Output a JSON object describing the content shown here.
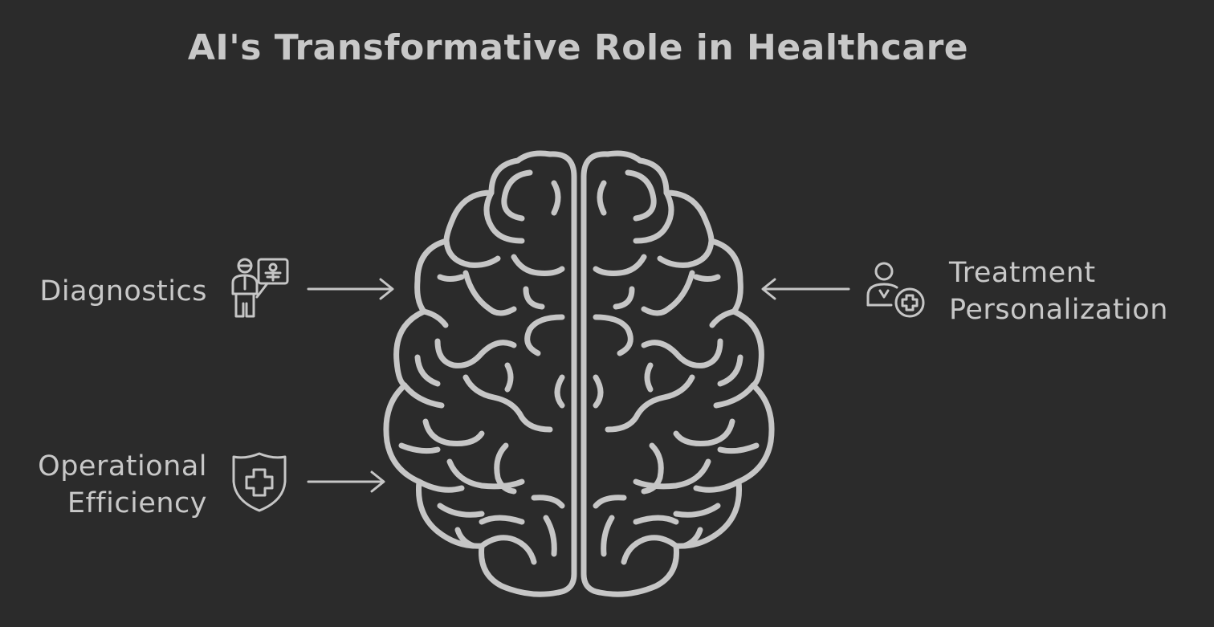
{
  "title": "AI's Transformative Role in Healthcare",
  "nodes": {
    "diagnostics": {
      "label": "Diagnostics",
      "icon": "doctor-xray-icon",
      "arrow": "right"
    },
    "operational_efficiency": {
      "line1": "Operational",
      "line2": "Efficiency",
      "icon": "shield-plus-icon",
      "arrow": "right"
    },
    "treatment_personalization": {
      "line1": "Treatment",
      "line2": "Personalization",
      "icon": "patient-plus-icon",
      "arrow": "left"
    }
  },
  "center": {
    "icon": "brain-icon"
  },
  "colors": {
    "background": "#2b2b2b",
    "foreground": "#c8c8c8"
  }
}
